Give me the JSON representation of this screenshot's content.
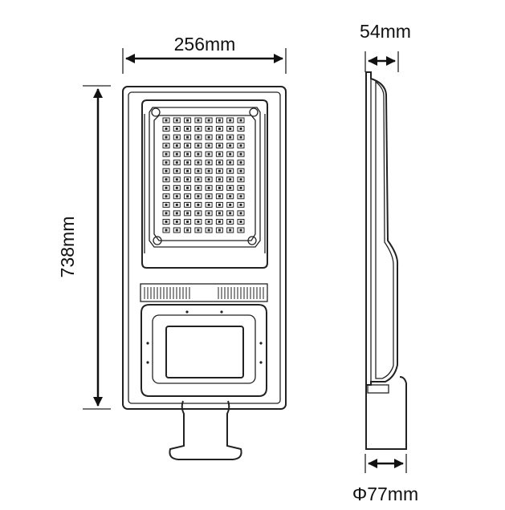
{
  "dimensions": {
    "width_label": "256mm",
    "height_label": "738mm",
    "depth_label": "54mm",
    "pole_label": "Φ77mm"
  },
  "led_grid": {
    "columns": 8,
    "rows": 14
  },
  "colors": {
    "line": "#222222",
    "background": "#ffffff"
  }
}
